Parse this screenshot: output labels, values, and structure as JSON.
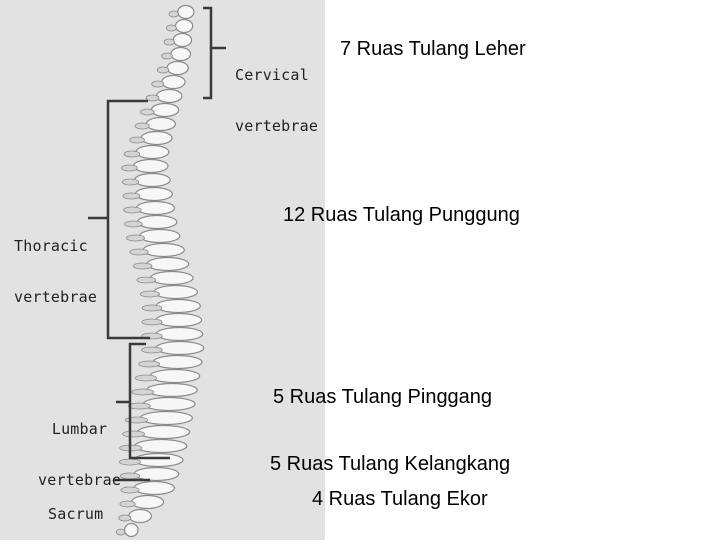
{
  "diagram": {
    "left_labels": [
      {
        "id": "cervical",
        "line1": "Cervical",
        "line2": "vertebrae"
      },
      {
        "id": "thoracic",
        "line1": "Thoracic",
        "line2": "vertebrae"
      },
      {
        "id": "lumbar",
        "line1": "Lumbar",
        "line2": "vertebrae"
      },
      {
        "id": "sacrum",
        "line1": "Sacrum",
        "line2": ""
      }
    ],
    "captions": [
      {
        "id": "cervical",
        "text": "7 Ruas Tulang Leher"
      },
      {
        "id": "thoracic",
        "text": "12 Ruas Tulang Punggung"
      },
      {
        "id": "lumbar",
        "text": "5 Ruas Tulang Pinggang"
      },
      {
        "id": "sacrum",
        "text": "5 Ruas Tulang Kelangkang"
      },
      {
        "id": "coccyx",
        "text": "4 Ruas Tulang Ekor"
      }
    ],
    "colors": {
      "photo_background": "#e2e2e2",
      "bone": "#f7f7f7",
      "bone_shadow": "#8a8a8a",
      "bracket": "#3a3a3a"
    }
  }
}
